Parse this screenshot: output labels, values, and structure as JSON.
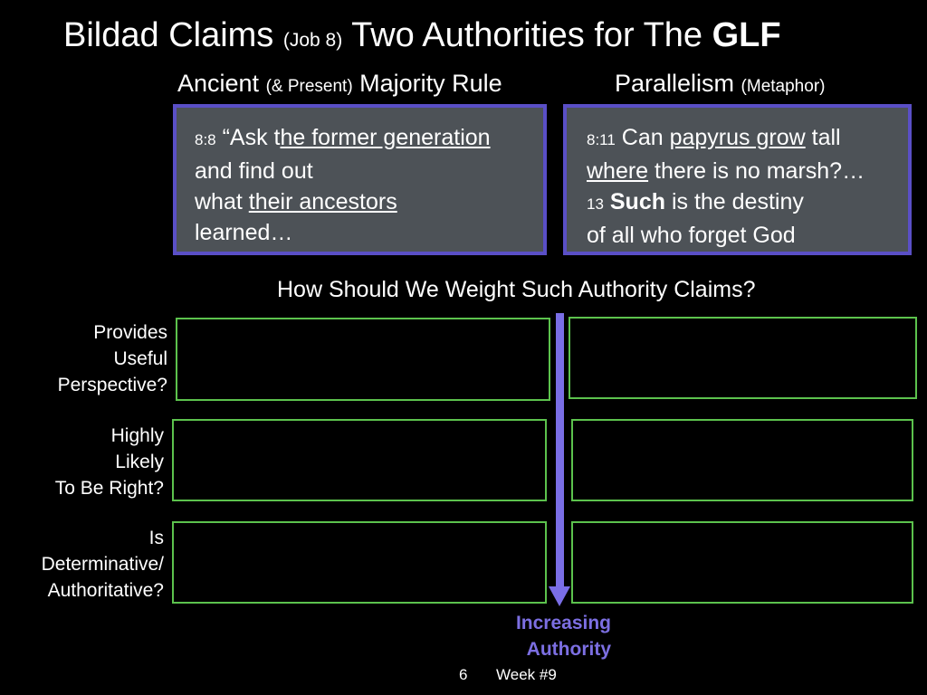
{
  "title": {
    "part1": "Bildad Claims ",
    "ref": "(Job 8)",
    "part2": " Two Authorities for The ",
    "bold": "GLF"
  },
  "left_column": {
    "heading_part1": "Ancient ",
    "heading_small": "(& Present)",
    "heading_part2": " Majority Rule",
    "verse_num": "8:8",
    "line1_pre": " “Ask t",
    "line1_underlined": "he former generation",
    "line2": "and find out",
    "line3_pre": "what ",
    "line3_underlined": "their ancestors",
    "line4": "learned…"
  },
  "right_column": {
    "heading_part1": "Parallelism ",
    "heading_small": "(Metaphor)",
    "verse_num1": "8:11",
    "line1_pre": " Can ",
    "line1_underlined": "papyrus grow",
    "line1_post": " tall",
    "line2_underlined": "where",
    "line2_post": " there is no marsh?…",
    "verse_num2": "13",
    "line3_bold": "Such",
    "line3_post": " is the destiny",
    "line4": "of all who forget God"
  },
  "question": "How Should We Weight Such Authority Claims?",
  "rows": [
    {
      "line1": "Provides",
      "line2": "Useful",
      "line3": "Perspective?"
    },
    {
      "line1": "Highly",
      "line2": "Likely",
      "line3": "To Be Right?"
    },
    {
      "line1": "Is",
      "line2": "Determinative/",
      "line3": "Authoritative?"
    }
  ],
  "arrow_label": {
    "line1": "Increasing",
    "line2": "Authority"
  },
  "footer": {
    "slide_number": "6",
    "week": "Week #9"
  },
  "colors": {
    "background": "#000000",
    "quote_box": "#4d5257",
    "quote_border": "#5a4fc6",
    "grid_border": "#5cc24d",
    "arrow": "#7a6ee6"
  }
}
